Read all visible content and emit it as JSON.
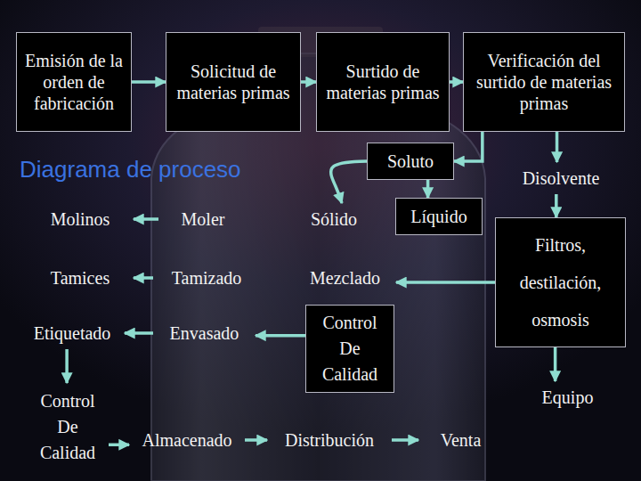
{
  "diagram": {
    "title": "Diagrama de proceso",
    "nodes": [
      {
        "text": [
          "Emisión de la orden de fabricación"
        ]
      },
      {
        "text": [
          "Solicitud de materias primas"
        ]
      },
      {
        "text": [
          "Surtido de materias primas"
        ]
      },
      {
        "text": [
          "Verificación del surtido de materias primas"
        ]
      },
      {
        "text": [
          "Soluto"
        ]
      },
      {
        "text": [
          "Disolvente"
        ]
      },
      {
        "text": [
          "Molinos"
        ]
      },
      {
        "text": [
          "Moler"
        ]
      },
      {
        "text": [
          "Sólido"
        ]
      },
      {
        "text": [
          "Líquido"
        ]
      },
      {
        "text": [
          "Filtros, destilación, osmosis"
        ]
      },
      {
        "text": [
          "Tamices"
        ]
      },
      {
        "text": [
          "Tamizado"
        ]
      },
      {
        "text": [
          "Mezclado"
        ]
      },
      {
        "text": [
          "Etiquetado"
        ]
      },
      {
        "text": [
          "Envasado"
        ]
      },
      {
        "text": [
          "Control De Calidad"
        ]
      },
      {
        "text": [
          "Equipo"
        ]
      },
      {
        "text": [
          "Control De Calidad"
        ]
      },
      {
        "text": [
          "Almacenado"
        ]
      },
      {
        "text": [
          "Distribución"
        ]
      },
      {
        "text": [
          "Venta"
        ]
      }
    ],
    "edges": [
      {
        "from": 0,
        "to": 1,
        "arrow": "to"
      },
      {
        "from": 1,
        "to": 2,
        "arrow": "to"
      },
      {
        "from": 2,
        "to": 3,
        "arrow": "to"
      },
      {
        "from": 3,
        "to": 4,
        "arrow": "to"
      },
      {
        "from": 3,
        "to": 5,
        "arrow": "to"
      },
      {
        "from": 4,
        "to": 8,
        "arrow": "to"
      },
      {
        "from": 4,
        "to": 9,
        "arrow": "to"
      },
      {
        "from": 5,
        "to": 10,
        "arrow": "to"
      },
      {
        "from": 10,
        "to": 17,
        "arrow": "to"
      },
      {
        "from": 10,
        "to": 13,
        "arrow": "to"
      },
      {
        "from": 7,
        "to": 6,
        "arrow": "to"
      },
      {
        "from": 12,
        "to": 11,
        "arrow": "to"
      },
      {
        "from": 15,
        "to": 14,
        "arrow": "to"
      },
      {
        "from": 16,
        "to": 15,
        "arrow": "to"
      },
      {
        "from": 14,
        "to": 18,
        "arrow": "to"
      },
      {
        "from": 18,
        "to": 19,
        "arrow": "to"
      },
      {
        "from": 19,
        "to": 20,
        "arrow": "to"
      },
      {
        "from": 20,
        "to": 21,
        "arrow": "to"
      }
    ]
  }
}
